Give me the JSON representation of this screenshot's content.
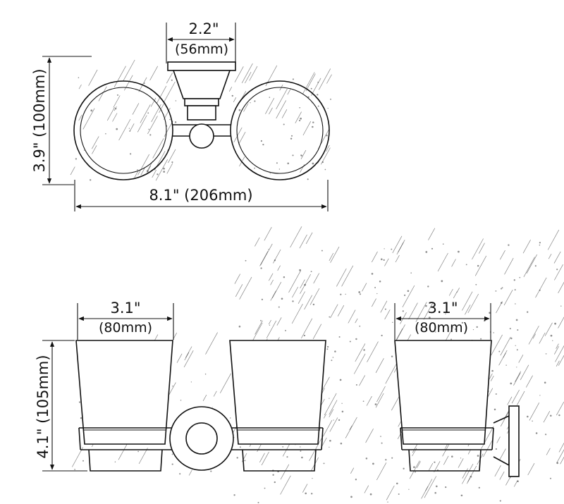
{
  "top_view": {
    "width_in": "2.2\"",
    "width_mm": "(56mm)",
    "height_label": "3.9\" (100mm)",
    "total_label": "8.1\" (206mm)"
  },
  "front_view": {
    "cup_width_in": "3.1\"",
    "cup_width_mm": "(80mm)",
    "height_label": "4.1\" (105mm)"
  },
  "side_view": {
    "cup_width_in": "3.1\"",
    "cup_width_mm": "(80mm)"
  }
}
